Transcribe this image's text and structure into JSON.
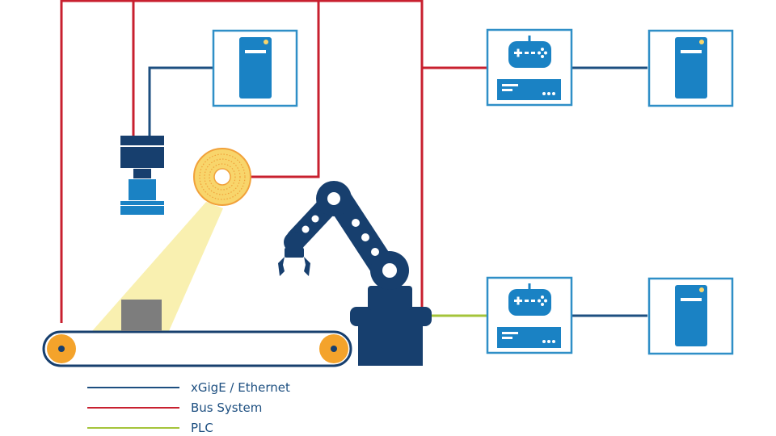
{
  "colors": {
    "ethernet": "#1d4f80",
    "bus": "#c8202f",
    "plc": "#a4c43a",
    "device_blue": "#1a82c4",
    "navy": "#173f6e",
    "box_border": "#2f8fc7",
    "light_yellow": "#f9f0b0",
    "ring_yellow": "#f8d56b",
    "ring_orange": "#f1a13a",
    "box_gray": "#7d7d7d",
    "legend_text": "#1d4f80"
  },
  "legend": [
    {
      "key": "ethernet",
      "label": "xGigE / Ethernet"
    },
    {
      "key": "bus",
      "label": "Bus System"
    },
    {
      "key": "plc",
      "label": "PLC"
    }
  ],
  "icons": {
    "pc": "pc-tower-icon",
    "controller": "controller-unit-icon",
    "camera": "industrial-camera-icon",
    "ring_light": "ring-light-icon",
    "robot": "robot-arm-icon",
    "conveyor": "conveyor-belt-icon"
  }
}
